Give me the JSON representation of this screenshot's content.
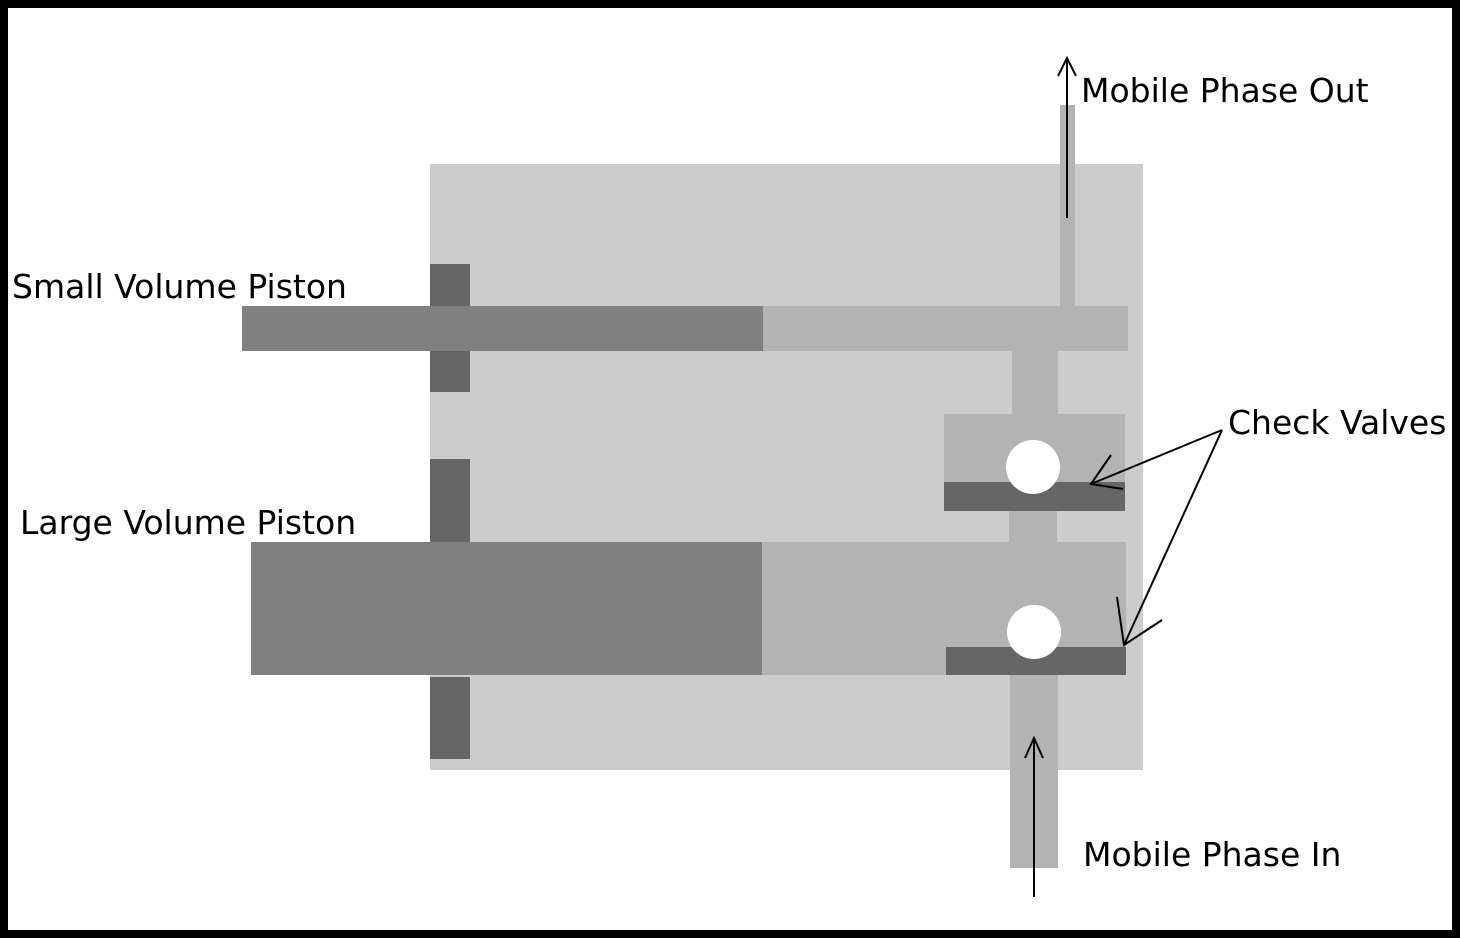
{
  "labels": {
    "small_piston": "Small Volume Piston",
    "large_piston": "Large Volume Piston",
    "check_valves": "Check Valves",
    "mobile_out": "Mobile Phase Out",
    "mobile_in": "Mobile Phase In"
  },
  "colors": {
    "body": "#cccccc",
    "chamber": "#b3b3b3",
    "piston": "#808080",
    "seal": "#666666",
    "ball": "#ffffff"
  }
}
